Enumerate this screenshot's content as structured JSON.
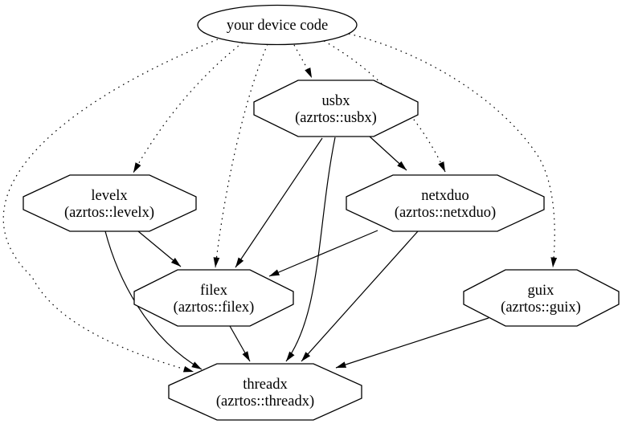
{
  "diagram": {
    "type": "dependency-graph",
    "background_color": "#ffffff",
    "line_color": "#000000",
    "node_fill_color": "#ffffff",
    "nodes": {
      "device": {
        "label": "your device code",
        "shape": "ellipse"
      },
      "usbx": {
        "label": "usbx",
        "sublabel": "(azrtos::usbx)",
        "shape": "octagon"
      },
      "levelx": {
        "label": "levelx",
        "sublabel": "(azrtos::levelx)",
        "shape": "octagon"
      },
      "netxduo": {
        "label": "netxduo",
        "sublabel": "(azrtos::netxduo)",
        "shape": "octagon"
      },
      "filex": {
        "label": "filex",
        "sublabel": "(azrtos::filex)",
        "shape": "octagon"
      },
      "guix": {
        "label": "guix",
        "sublabel": "(azrtos::guix)",
        "shape": "octagon"
      },
      "threadx": {
        "label": "threadx",
        "sublabel": "(azrtos::threadx)",
        "shape": "octagon"
      }
    },
    "edges": [
      {
        "from": "your device code",
        "to": "usbx",
        "style": "dotted"
      },
      {
        "from": "your device code",
        "to": "levelx",
        "style": "dotted"
      },
      {
        "from": "your device code",
        "to": "netxduo",
        "style": "dotted"
      },
      {
        "from": "your device code",
        "to": "filex",
        "style": "dotted"
      },
      {
        "from": "your device code",
        "to": "guix",
        "style": "dotted"
      },
      {
        "from": "your device code",
        "to": "threadx",
        "style": "dotted"
      },
      {
        "from": "usbx",
        "to": "netxduo",
        "style": "solid"
      },
      {
        "from": "usbx",
        "to": "filex",
        "style": "solid"
      },
      {
        "from": "usbx",
        "to": "threadx",
        "style": "solid"
      },
      {
        "from": "levelx",
        "to": "filex",
        "style": "solid"
      },
      {
        "from": "levelx",
        "to": "threadx",
        "style": "solid"
      },
      {
        "from": "netxduo",
        "to": "filex",
        "style": "solid"
      },
      {
        "from": "netxduo",
        "to": "threadx",
        "style": "solid"
      },
      {
        "from": "filex",
        "to": "threadx",
        "style": "solid"
      },
      {
        "from": "guix",
        "to": "threadx",
        "style": "solid"
      }
    ]
  }
}
